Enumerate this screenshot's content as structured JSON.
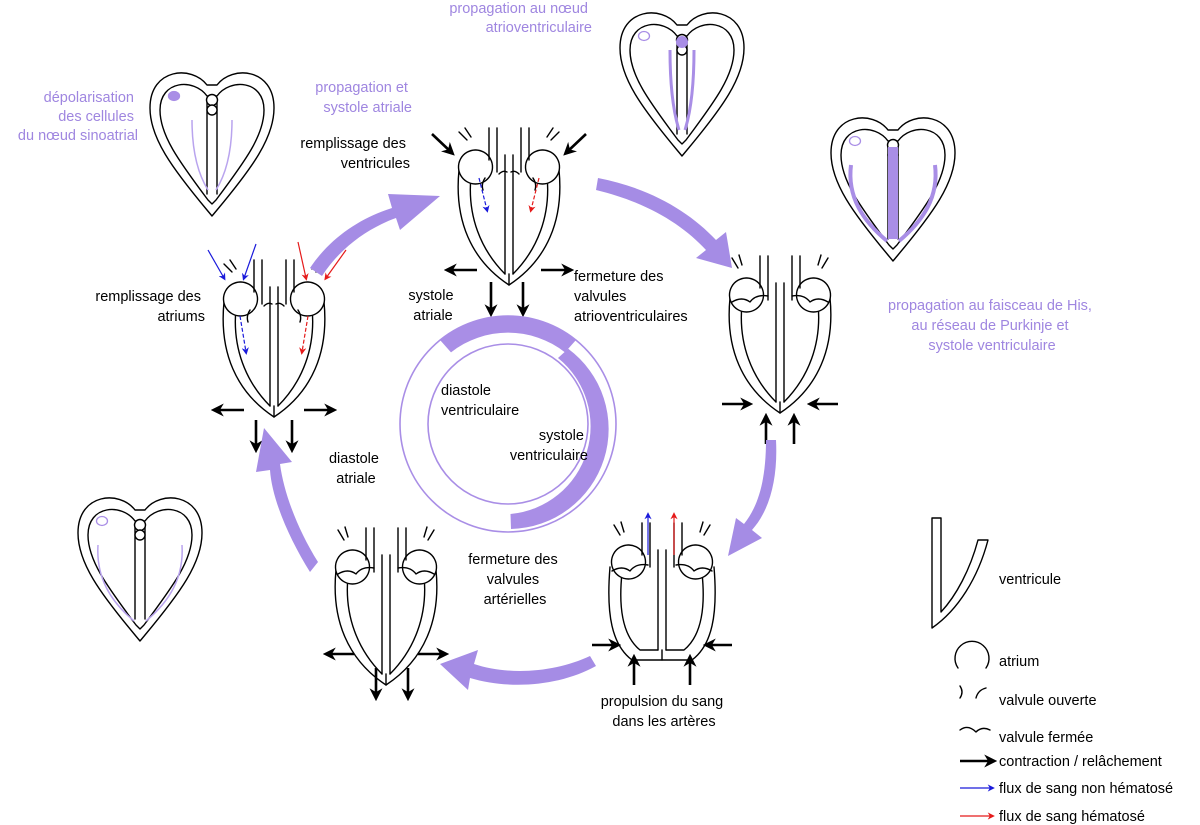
{
  "labels": {
    "depolarisation": [
      "dépolarisation",
      "des cellules",
      "du nœud sinoatrial"
    ],
    "propagation_systole_atriale": [
      "propagation et",
      "systole atriale"
    ],
    "propagation_noeud": [
      "propagation au nœud",
      "atrioventriculaire"
    ],
    "propagation_his": [
      "propagation  au faisceau de His,",
      "au réseau de Purkinje et",
      "systole ventriculaire"
    ],
    "remplissage_ventricules": [
      "remplissage des",
      "ventricules"
    ],
    "remplissage_atriums": [
      "remplissage des",
      "atriums"
    ],
    "systole_atriale": [
      "systole",
      "atriale"
    ],
    "fermeture_av": [
      "fermeture des",
      "valvules",
      "atrioventriculaires"
    ],
    "diastole_ventriculaire": [
      "diastole",
      "ventriculaire"
    ],
    "systole_ventriculaire": [
      "systole",
      "ventriculaire"
    ],
    "diastole_atriale": [
      "diastole",
      "atriale"
    ],
    "fermeture_arterielles": [
      "fermeture des",
      "valvules",
      "artérielles"
    ],
    "propulsion": [
      "propulsion du sang",
      "dans les artères"
    ]
  },
  "legend": {
    "ventricule": "ventricule",
    "atrium": "atrium",
    "valvule_ouverte": "valvule ouverte",
    "valvule_fermee": "valvule fermée",
    "contraction": "contraction / relâchement",
    "flux_non_hematose": "flux de sang non hématosé",
    "flux_hematose": "flux de sang hématosé"
  },
  "colors": {
    "purple_text": "#9f86e0",
    "purple_arrow": "#a58ce5",
    "blue_flow": "#1a1adb",
    "red_flow": "#e51a1a"
  }
}
